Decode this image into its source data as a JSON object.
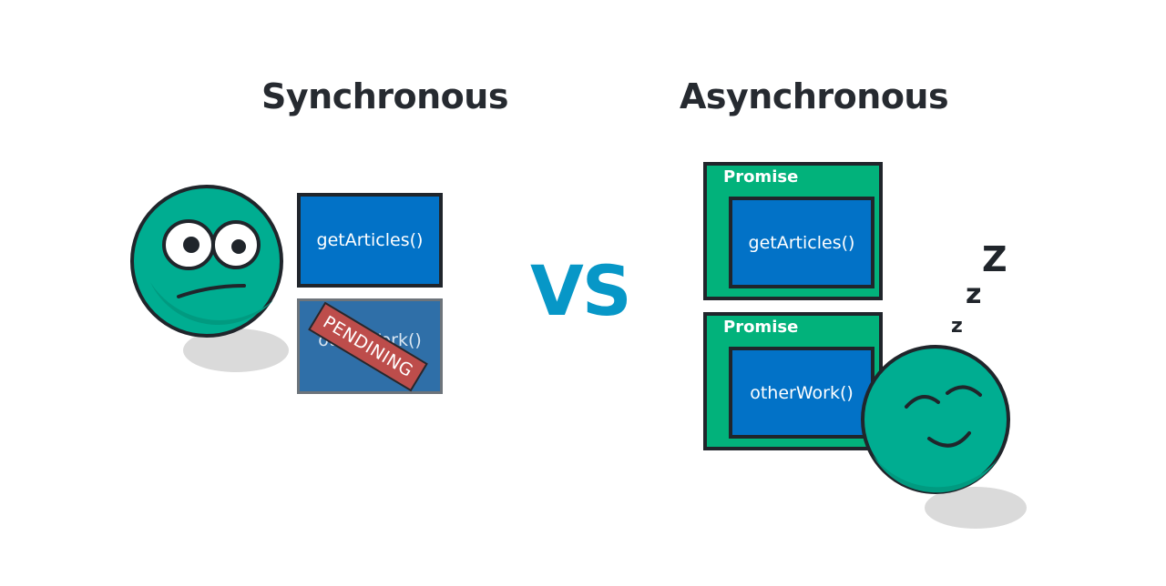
{
  "sync": {
    "title": "Synchronous",
    "function_label": "getArticles()",
    "blocked_label": "otherWork()",
    "stamp_text": "PENDINING"
  },
  "vs_label": "VS",
  "async": {
    "title": "Asynchronous",
    "promises": [
      {
        "label": "Promise",
        "function_label": "getArticles()"
      },
      {
        "label": "Promise",
        "function_label": "otherWork()"
      }
    ],
    "sleep_letters": [
      "Z",
      "z",
      "z"
    ]
  },
  "colors": {
    "face": "#00ad91",
    "function_box": "#0272c7",
    "promise_box": "#02b27b",
    "stamp": "#bd4d4b",
    "vs": "#0797c7",
    "heading": "#262a30"
  }
}
